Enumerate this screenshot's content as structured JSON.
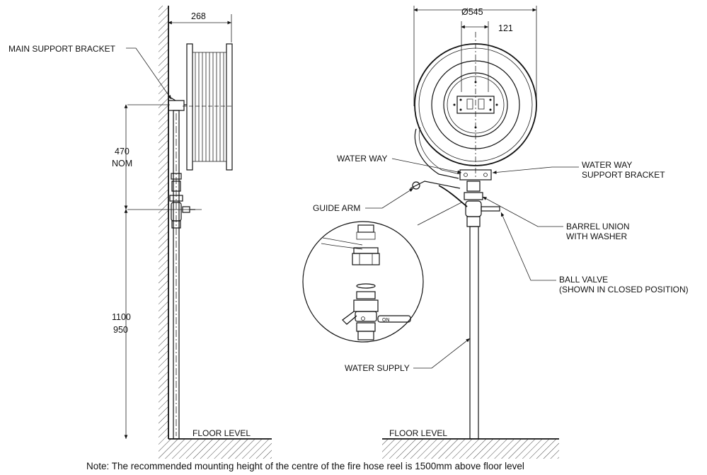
{
  "dimensions": {
    "reel_depth": "268",
    "reel_diameter": "Ø545",
    "bracket_width": "121",
    "height_upper_value": "470",
    "height_upper_suffix": "NOM",
    "height_lower_a": "1100",
    "height_lower_b": "950"
  },
  "labels": {
    "main_support_bracket": "MAIN SUPPORT BRACKET",
    "water_way": "WATER WAY",
    "water_way_support_1": "WATER WAY",
    "water_way_support_2": "SUPPORT BRACKET",
    "guide_arm": "GUIDE ARM",
    "barrel_union_1": "BARREL UNION",
    "barrel_union_2": "WITH WASHER",
    "ball_valve_1": "BALL VALVE",
    "ball_valve_2": "(SHOWN IN CLOSED POSITION)",
    "water_supply": "WATER SUPPLY",
    "floor_level_left": "FLOOR LEVEL",
    "floor_level_right": "FLOOR LEVEL",
    "valve_on_mark": "ON"
  },
  "note": "Note: The recommended mounting height of the centre of the fire hose reel is 1500mm above floor level"
}
